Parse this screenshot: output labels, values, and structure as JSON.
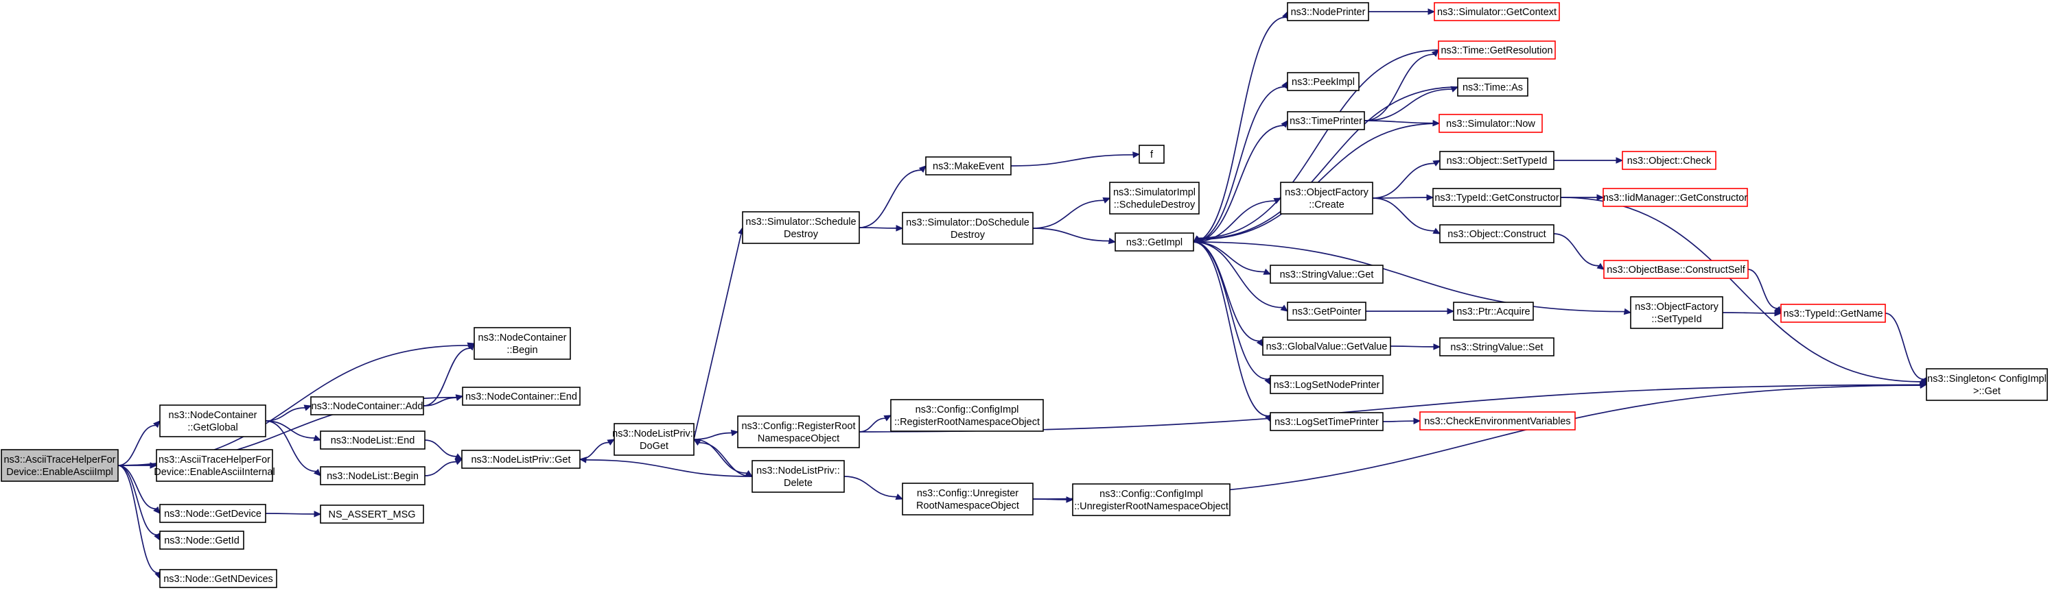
{
  "colors": {
    "edge": "#191970",
    "node_border": "#000000",
    "missing_border": "#ff0000",
    "root_fill": "#bfbfbf",
    "node_fill": "#ffffff"
  },
  "nodes": [
    {
      "id": "root",
      "lines": [
        "ns3::AsciiTraceHelperFor",
        "Device::EnableAsciiImpl"
      ],
      "style": "root"
    },
    {
      "id": "nc_global",
      "lines": [
        "ns3::NodeContainer",
        "::GetGlobal"
      ],
      "style": "normal"
    },
    {
      "id": "enable_internal",
      "lines": [
        "ns3::AsciiTraceHelperFor",
        "Device::EnableAsciiInternal"
      ],
      "style": "normal"
    },
    {
      "id": "node_getdevice",
      "lines": [
        "ns3::Node::GetDevice"
      ],
      "style": "normal"
    },
    {
      "id": "node_getid",
      "lines": [
        "ns3::Node::GetId"
      ],
      "style": "normal"
    },
    {
      "id": "node_getndevices",
      "lines": [
        "ns3::Node::GetNDevices"
      ],
      "style": "normal"
    },
    {
      "id": "nc_add",
      "lines": [
        "ns3::NodeContainer::Add"
      ],
      "style": "normal"
    },
    {
      "id": "nl_end",
      "lines": [
        "ns3::NodeList::End"
      ],
      "style": "normal"
    },
    {
      "id": "nl_begin",
      "lines": [
        "ns3::NodeList::Begin"
      ],
      "style": "normal"
    },
    {
      "id": "ns_assert",
      "lines": [
        "NS_ASSERT_MSG"
      ],
      "style": "normal"
    },
    {
      "id": "nc_begin",
      "lines": [
        "ns3::NodeContainer",
        "::Begin"
      ],
      "style": "normal"
    },
    {
      "id": "nc_end",
      "lines": [
        "ns3::NodeContainer::End"
      ],
      "style": "normal"
    },
    {
      "id": "nlp_get",
      "lines": [
        "ns3::NodeListPriv::Get"
      ],
      "style": "normal"
    },
    {
      "id": "nlp_doget",
      "lines": [
        "ns3::NodeListPriv::",
        "DoGet"
      ],
      "style": "normal"
    },
    {
      "id": "sim_sched",
      "lines": [
        "ns3::Simulator::Schedule",
        "Destroy"
      ],
      "style": "normal"
    },
    {
      "id": "cfg_register",
      "lines": [
        "ns3::Config::RegisterRoot",
        "NamespaceObject"
      ],
      "style": "normal"
    },
    {
      "id": "nlp_delete",
      "lines": [
        "ns3::NodeListPriv::",
        "Delete"
      ],
      "style": "normal"
    },
    {
      "id": "make_event",
      "lines": [
        "ns3::MakeEvent"
      ],
      "style": "normal"
    },
    {
      "id": "sim_dosched",
      "lines": [
        "ns3::Simulator::DoSchedule",
        "Destroy"
      ],
      "style": "normal"
    },
    {
      "id": "cfgimpl_register",
      "lines": [
        "ns3::Config::ConfigImpl",
        "::RegisterRootNamespaceObject"
      ],
      "style": "normal"
    },
    {
      "id": "cfg_unregister",
      "lines": [
        "ns3::Config::Unregister",
        "RootNamespaceObject"
      ],
      "style": "normal"
    },
    {
      "id": "cfgimpl_unregister",
      "lines": [
        "ns3::Config::ConfigImpl",
        "::UnregisterRootNamespaceObject"
      ],
      "style": "normal"
    },
    {
      "id": "f",
      "lines": [
        "f"
      ],
      "style": "normal"
    },
    {
      "id": "simimpl_sched",
      "lines": [
        "ns3::SimulatorImpl",
        "::ScheduleDestroy"
      ],
      "style": "normal"
    },
    {
      "id": "getimpl",
      "lines": [
        "ns3::GetImpl"
      ],
      "style": "normal"
    },
    {
      "id": "nodeprinter",
      "lines": [
        "ns3::NodePrinter"
      ],
      "style": "normal"
    },
    {
      "id": "peekimpl",
      "lines": [
        "ns3::PeekImpl"
      ],
      "style": "normal"
    },
    {
      "id": "timeprinter",
      "lines": [
        "ns3::TimePrinter"
      ],
      "style": "normal"
    },
    {
      "id": "of_create",
      "lines": [
        "ns3::ObjectFactory",
        "::Create"
      ],
      "style": "normal"
    },
    {
      "id": "sv_get",
      "lines": [
        "ns3::StringValue::Get"
      ],
      "style": "normal"
    },
    {
      "id": "getpointer",
      "lines": [
        "ns3::GetPointer"
      ],
      "style": "normal"
    },
    {
      "id": "gv_getvalue",
      "lines": [
        "ns3::GlobalValue::GetValue"
      ],
      "style": "normal"
    },
    {
      "id": "log_node",
      "lines": [
        "ns3::LogSetNodePrinter"
      ],
      "style": "normal"
    },
    {
      "id": "log_time",
      "lines": [
        "ns3::LogSetTimePrinter"
      ],
      "style": "normal"
    },
    {
      "id": "sim_getcontext",
      "lines": [
        "ns3::Simulator::GetContext"
      ],
      "style": "missing"
    },
    {
      "id": "time_getres",
      "lines": [
        "ns3::Time::GetResolution"
      ],
      "style": "missing"
    },
    {
      "id": "time_as",
      "lines": [
        "ns3::Time::As"
      ],
      "style": "normal"
    },
    {
      "id": "sim_now",
      "lines": [
        "ns3::Simulator::Now"
      ],
      "style": "missing"
    },
    {
      "id": "obj_settypeid",
      "lines": [
        "ns3::Object::SetTypeId"
      ],
      "style": "normal"
    },
    {
      "id": "typeid_getctor",
      "lines": [
        "ns3::TypeId::GetConstructor"
      ],
      "style": "normal"
    },
    {
      "id": "obj_construct",
      "lines": [
        "ns3::Object::Construct"
      ],
      "style": "normal"
    },
    {
      "id": "ptr_acquire",
      "lines": [
        "ns3::Ptr::Acquire"
      ],
      "style": "normal"
    },
    {
      "id": "sv_set",
      "lines": [
        "ns3::StringValue::Set"
      ],
      "style": "normal"
    },
    {
      "id": "check_env",
      "lines": [
        "ns3::CheckEnvironmentVariables"
      ],
      "style": "missing"
    },
    {
      "id": "obj_check",
      "lines": [
        "ns3::Object::Check"
      ],
      "style": "missing"
    },
    {
      "id": "iidmgr_getctor",
      "lines": [
        "ns3::IidManager::GetConstructor"
      ],
      "style": "missing"
    },
    {
      "id": "objbase_cs",
      "lines": [
        "ns3::ObjectBase::ConstructSelf"
      ],
      "style": "missing"
    },
    {
      "id": "of_settypeid",
      "lines": [
        "ns3::ObjectFactory",
        "::SetTypeId"
      ],
      "style": "normal"
    },
    {
      "id": "typeid_getname",
      "lines": [
        "ns3::TypeId::GetName"
      ],
      "style": "missing"
    },
    {
      "id": "singleton_get",
      "lines": [
        "ns3::Singleton< ConfigImpl",
        " >::Get"
      ],
      "style": "normal"
    }
  ],
  "edges": [
    [
      "root",
      "nc_global"
    ],
    [
      "root",
      "enable_internal"
    ],
    [
      "root",
      "node_getdevice"
    ],
    [
      "root",
      "node_getid"
    ],
    [
      "root",
      "node_getndevices"
    ],
    [
      "root",
      "nc_begin"
    ],
    [
      "root",
      "nc_end"
    ],
    [
      "nc_global",
      "nc_add"
    ],
    [
      "nc_global",
      "nl_end"
    ],
    [
      "nc_global",
      "nl_begin"
    ],
    [
      "nc_add",
      "nc_begin"
    ],
    [
      "nc_add",
      "nc_end"
    ],
    [
      "nl_end",
      "nlp_get"
    ],
    [
      "nl_begin",
      "nlp_get"
    ],
    [
      "node_getdevice",
      "ns_assert"
    ],
    [
      "nlp_get",
      "nlp_doget"
    ],
    [
      "nlp_doget",
      "sim_sched"
    ],
    [
      "nlp_doget",
      "cfg_register"
    ],
    [
      "nlp_doget",
      "nlp_delete"
    ],
    [
      "nlp_delete",
      "nlp_doget"
    ],
    [
      "nlp_delete",
      "nlp_get"
    ],
    [
      "nlp_delete",
      "cfg_unregister"
    ],
    [
      "sim_sched",
      "make_event"
    ],
    [
      "sim_sched",
      "sim_dosched"
    ],
    [
      "make_event",
      "f"
    ],
    [
      "sim_dosched",
      "simimpl_sched"
    ],
    [
      "sim_dosched",
      "getimpl"
    ],
    [
      "cfg_register",
      "cfgimpl_register"
    ],
    [
      "cfg_register",
      "singleton_get"
    ],
    [
      "cfg_unregister",
      "cfgimpl_unregister"
    ],
    [
      "cfg_unregister",
      "singleton_get"
    ],
    [
      "getimpl",
      "nodeprinter"
    ],
    [
      "getimpl",
      "peekimpl"
    ],
    [
      "getimpl",
      "timeprinter"
    ],
    [
      "getimpl",
      "of_create"
    ],
    [
      "getimpl",
      "sv_get"
    ],
    [
      "getimpl",
      "getpointer"
    ],
    [
      "getimpl",
      "gv_getvalue"
    ],
    [
      "getimpl",
      "log_node"
    ],
    [
      "getimpl",
      "log_time"
    ],
    [
      "getimpl",
      "of_settypeid"
    ],
    [
      "nodeprinter",
      "sim_getcontext"
    ],
    [
      "timeprinter",
      "time_getres"
    ],
    [
      "timeprinter",
      "time_as"
    ],
    [
      "timeprinter",
      "sim_now"
    ],
    [
      "time_getres",
      "getimpl"
    ],
    [
      "time_as",
      "getimpl"
    ],
    [
      "sim_now",
      "getimpl"
    ],
    [
      "of_create",
      "obj_settypeid"
    ],
    [
      "of_create",
      "typeid_getctor"
    ],
    [
      "of_create",
      "obj_construct"
    ],
    [
      "obj_settypeid",
      "obj_check"
    ],
    [
      "typeid_getctor",
      "iidmgr_getctor"
    ],
    [
      "typeid_getctor",
      "singleton_get"
    ],
    [
      "obj_construct",
      "objbase_cs"
    ],
    [
      "getpointer",
      "ptr_acquire"
    ],
    [
      "gv_getvalue",
      "sv_set"
    ],
    [
      "log_time",
      "check_env"
    ],
    [
      "objbase_cs",
      "typeid_getname"
    ],
    [
      "of_settypeid",
      "typeid_getname"
    ],
    [
      "typeid_getname",
      "singleton_get"
    ]
  ]
}
